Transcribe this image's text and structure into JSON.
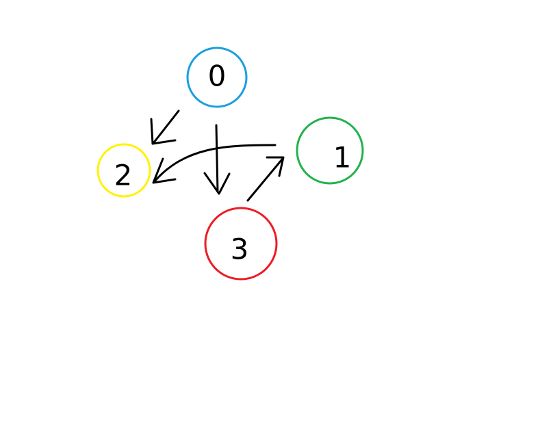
{
  "diagram": {
    "nodes": [
      {
        "id": "0",
        "label": "0",
        "color": "#1a9fe0"
      },
      {
        "id": "1",
        "label": "1",
        "color": "#22b14c"
      },
      {
        "id": "2",
        "label": "2",
        "color": "#fff200"
      },
      {
        "id": "3",
        "label": "3",
        "color": "#ed1c24"
      }
    ],
    "edges": [
      {
        "from": "0",
        "to": "2"
      },
      {
        "from": "0",
        "to": "3"
      },
      {
        "from": "1",
        "to": "2"
      },
      {
        "from": "3",
        "to": "1"
      }
    ]
  }
}
